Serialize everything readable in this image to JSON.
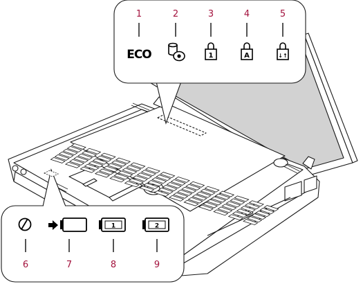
{
  "top_callout": {
    "labels": [
      "1",
      "2",
      "3",
      "4",
      "5"
    ],
    "eco_text": "ECO",
    "icons": [
      "eco-text",
      "hdd-cd-access-icon",
      "num-lock-icon",
      "caps-lock-icon",
      "scroll-lock-icon"
    ],
    "num_lock_glyph": "1",
    "caps_lock_glyph": "A",
    "scroll_lock_glyph": "↓↑"
  },
  "bottom_callout": {
    "labels": [
      "6",
      "7",
      "8",
      "9"
    ],
    "icons": [
      "power-icon",
      "battery-charging-icon",
      "battery-1-icon",
      "battery-2-icon"
    ],
    "battery1_glyph": "1",
    "battery2_glyph": "2"
  },
  "colors": {
    "number_color": "#a3123d",
    "outline": "#1a1a1a",
    "background": "#ffffff"
  }
}
